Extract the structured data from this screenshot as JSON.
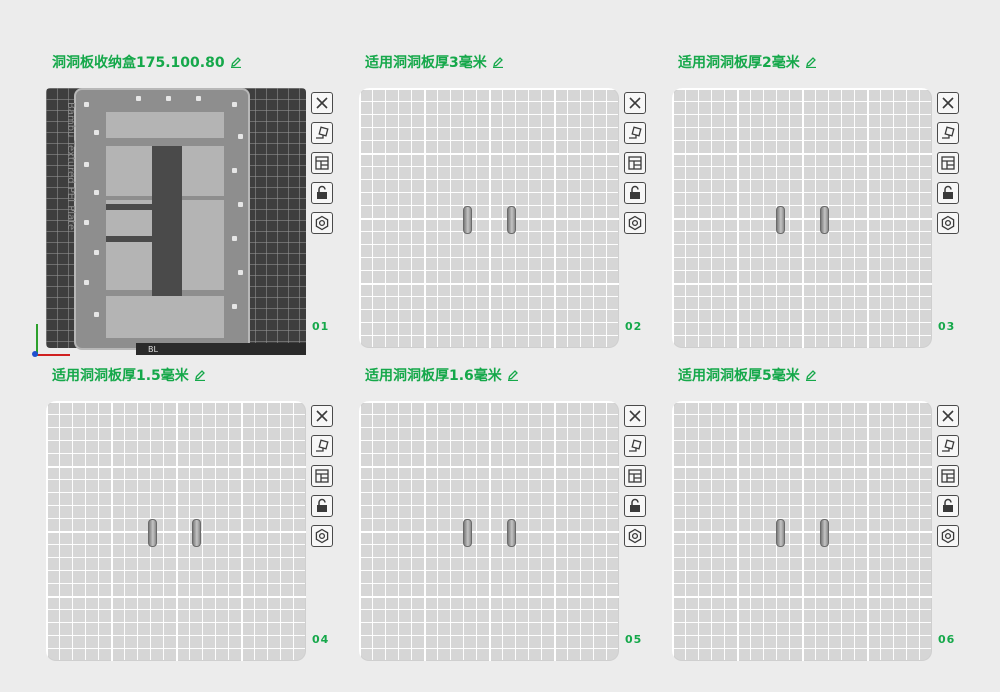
{
  "plates": [
    {
      "title": "洞洞板收纳盒175.100.80",
      "number": "01",
      "theme": "textured-dark",
      "pegs": []
    },
    {
      "title": "适用洞洞板厚3毫米",
      "number": "02",
      "theme": "light",
      "pegs": [
        1,
        2
      ]
    },
    {
      "title": "适用洞洞板厚2毫米",
      "number": "03",
      "theme": "light",
      "pegs": [
        1,
        2
      ]
    },
    {
      "title": "适用洞洞板厚1.5毫米",
      "number": "04",
      "theme": "light",
      "pegs": [
        1,
        2
      ]
    },
    {
      "title": "适用洞洞板厚1.6毫米",
      "number": "05",
      "theme": "light",
      "pegs": [
        1,
        2
      ]
    },
    {
      "title": "适用洞洞板厚5毫米",
      "number": "06",
      "theme": "light",
      "pegs": [
        1,
        2
      ]
    }
  ],
  "plate_label": "Bambu Textured PEI Plate",
  "plate_footer": "BL",
  "tools": [
    "close-icon",
    "auto-orient-icon",
    "arrange-icon",
    "lock-icon",
    "settings-icon"
  ],
  "colors": {
    "accent": "#15a84a",
    "axis_x": "#d02020",
    "axis_y": "#2ca02c",
    "axis_z": "#2050d0"
  }
}
